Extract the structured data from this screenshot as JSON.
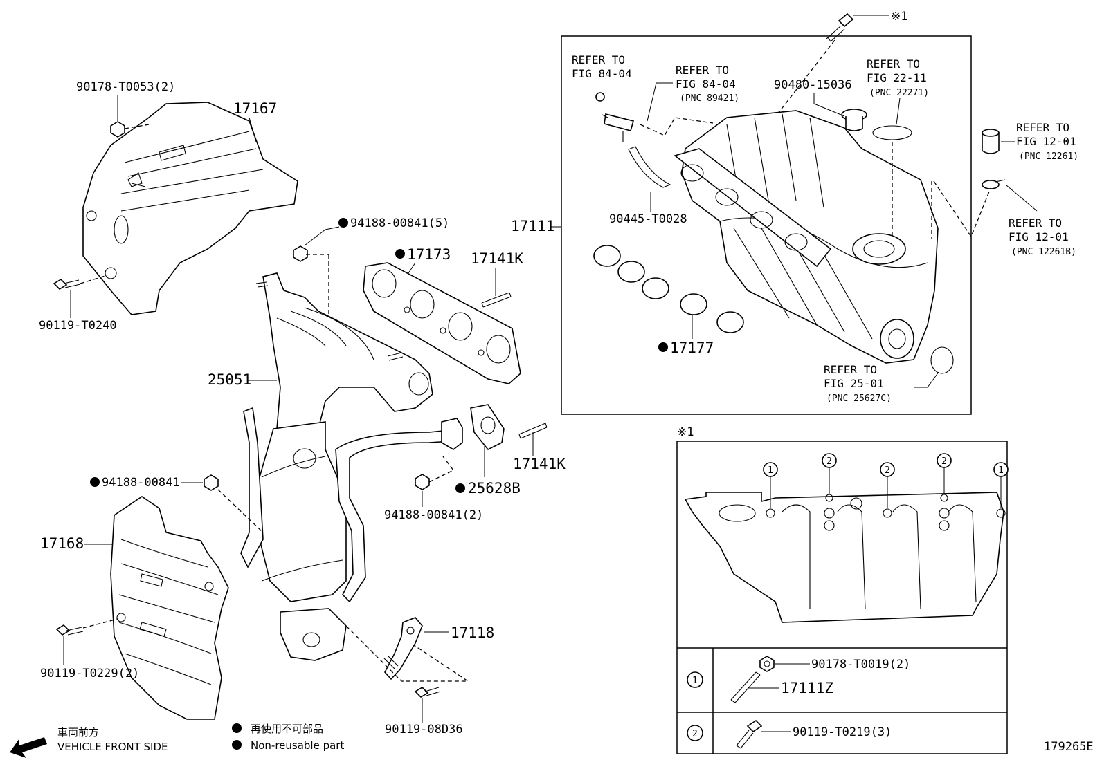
{
  "diagram_id": "179265E",
  "marker_x1": "※1",
  "labels": {
    "p17167": "17167",
    "p90178_T0053": "90178-T0053(2)",
    "p90119_T0240": "90119-T0240",
    "p94188_00841_5": "94188-00841(5)",
    "p17173": "17173",
    "p17141K_a": "17141K",
    "p17141K_b": "17141K",
    "p25051": "25051",
    "p25628B": "25628B",
    "p94188_00841_2": "94188-00841(2)",
    "p94188_00841": "94188-00841",
    "p17168": "17168",
    "p90119_T0229": "90119-T0229(2)",
    "p17118": "17118",
    "p90119_08D36": "90119-08D36",
    "p17111": "17111",
    "p90445_T0028": "90445-T0028",
    "p17177": "17177",
    "p90480_15036": "90480-15036"
  },
  "refers": {
    "r1": {
      "l1": "REFER TO",
      "l2": "FIG 84-04",
      "pnc": ""
    },
    "r2": {
      "l1": "REFER TO",
      "l2": "FIG 84-04",
      "pnc": "(PNC 89421)"
    },
    "r3": {
      "l1": "REFER TO",
      "l2": "FIG 22-11",
      "pnc": "(PNC 22271)"
    },
    "r4": {
      "l1": "REFER TO",
      "l2": "FIG 12-01",
      "pnc": "(PNC 12261)"
    },
    "r5": {
      "l1": "REFER TO",
      "l2": "FIG 12-01",
      "pnc": "(PNC 12261B)"
    },
    "r6": {
      "l1": "REFER TO",
      "l2": "FIG 25-01",
      "pnc": "(PNC 25627C)"
    }
  },
  "inset": {
    "callout_1": "1",
    "callout_2": "2",
    "row1_label": "1",
    "row2_label": "2",
    "row1_part_a": "90178-T0019(2)",
    "row1_part_b": "17111Z",
    "row2_part": "90119-T0219(3)"
  },
  "legend": {
    "jp_reuse": "再使用不可部品",
    "en_reuse": "Non-reusable part",
    "jp_front": "車両前方",
    "en_front": "VEHICLE FRONT SIDE"
  }
}
